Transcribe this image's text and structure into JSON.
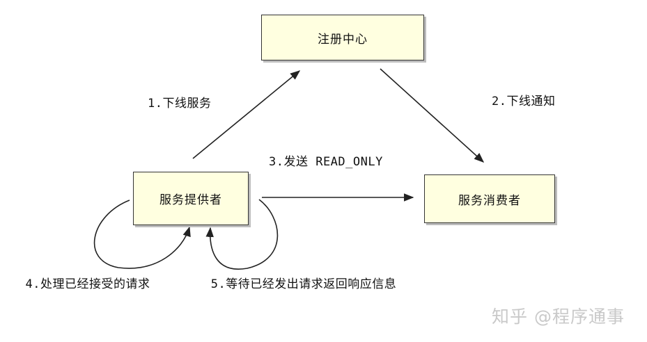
{
  "nodes": {
    "registry": "注册中心",
    "provider": "服务提供者",
    "consumer": "服务消费者"
  },
  "edges": {
    "step1": "1.下线服务",
    "step2": "2.下线通知",
    "step3": "3.发送 READ_ONLY",
    "step4": "4.处理已经接受的请求",
    "step5": "5.等待已经发出请求返回响应信息"
  },
  "watermark": "知乎 @程序通事",
  "colors": {
    "box_fill": "#ffffe0",
    "stroke": "#333333"
  }
}
